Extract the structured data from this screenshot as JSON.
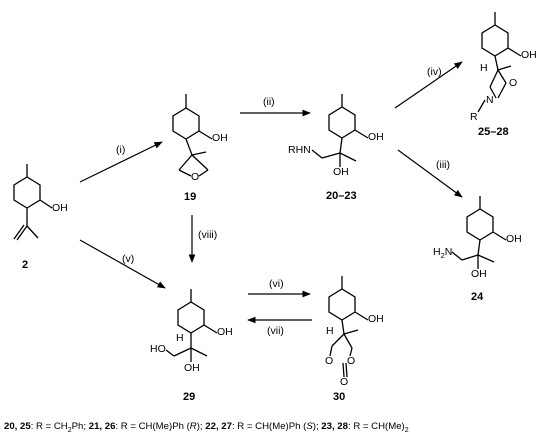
{
  "compounds": {
    "c2": "2",
    "c19": "19",
    "c20_23": "20–23",
    "c24": "24",
    "c25_28": "25–28",
    "c29": "29",
    "c30": "30"
  },
  "steps": {
    "i": "(i)",
    "ii": "(ii)",
    "iii": "(iii)",
    "iv": "(iv)",
    "v": "(v)",
    "vi": "(vi)",
    "vii": "(vii)",
    "viii": "(viii)"
  },
  "atoms": {
    "oh": "OH",
    "h": "H",
    "o": "O",
    "n": "N",
    "r": "R",
    "rhn": "RHN",
    "h2n": "H",
    "h2n_sub": "2",
    "h2n_n": "N",
    "ho": "HO",
    "carbonyl_o": "O"
  },
  "footnote": {
    "p1_bold": "20, 25",
    "p1": ": R = CH",
    "p1_sub": "2",
    "p1_end": "Ph;",
    "p2_bold": "21, 26",
    "p2": ": R = CH(Me)Ph (",
    "p2_i": "R",
    "p2_end": ");",
    "p3_bold": "22, 27",
    "p3": ":  R = CH(Me)Ph (",
    "p3_i": "S",
    "p3_end": ");",
    "p4_bold": "23, 28",
    "p4": ":  R = CH(Me)",
    "p4_sub": "2"
  }
}
